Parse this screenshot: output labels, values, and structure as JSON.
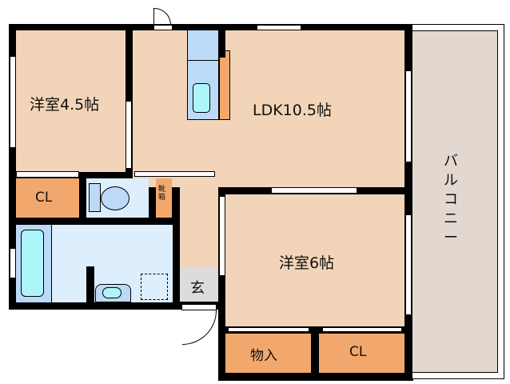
{
  "floorplan": {
    "rooms": {
      "western_room_1": "洋室4.5帖",
      "ldk": "LDK10.5帖",
      "western_room_2": "洋室6帖",
      "closet_1": "CL",
      "closet_2": "CL",
      "storage": "物入",
      "shoe_box": "靴箱",
      "entrance": "玄",
      "balcony": "バルコニー"
    },
    "colors": {
      "room": "#f2d4b8",
      "closet": "#f2a86c",
      "wet_area": "#ddeefc",
      "fixture": "#bcdaf8",
      "entrance": "#dcdcdc",
      "balcony": "#e2d8d0",
      "wall": "#000000"
    }
  }
}
